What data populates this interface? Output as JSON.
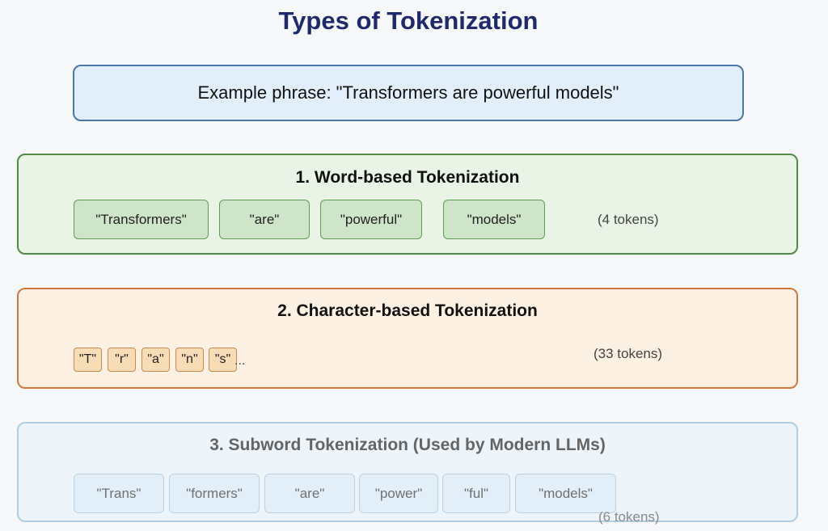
{
  "title": "Types of Tokenization",
  "example": {
    "text": "Example phrase: \"Transformers are powerful models\""
  },
  "sections": [
    {
      "heading": "1. Word-based Tokenization",
      "tokens": [
        "\"Transformers\"",
        "\"are\"",
        "\"powerful\"",
        "\"models\""
      ],
      "count": "(4 tokens)",
      "colors": {
        "background": "#e9f3e6",
        "border": "#4f8a47",
        "token_bg": "#cfe5c9"
      }
    },
    {
      "heading": "2. Character-based Tokenization",
      "tokens": [
        "\"T\"",
        "\"r\"",
        "\"a\"",
        "\"n\"",
        "\"s\""
      ],
      "ellipsis": "...",
      "count": "(33 tokens)",
      "colors": {
        "background": "#fcf1e2",
        "border": "#cf7840",
        "token_bg": "#f7dcb6"
      }
    },
    {
      "heading": "3. Subword Tokenization (Used by Modern LLMs)",
      "tokens": [
        "\"Trans\"",
        "\"formers\"",
        "\"are\"",
        "\"power\"",
        "\"ful\"",
        "\"models\""
      ],
      "count": "(6 tokens)",
      "colors": {
        "background": "#eaf4fb",
        "border": "#9bbfd8",
        "token_bg": "#dbecf8"
      }
    }
  ]
}
